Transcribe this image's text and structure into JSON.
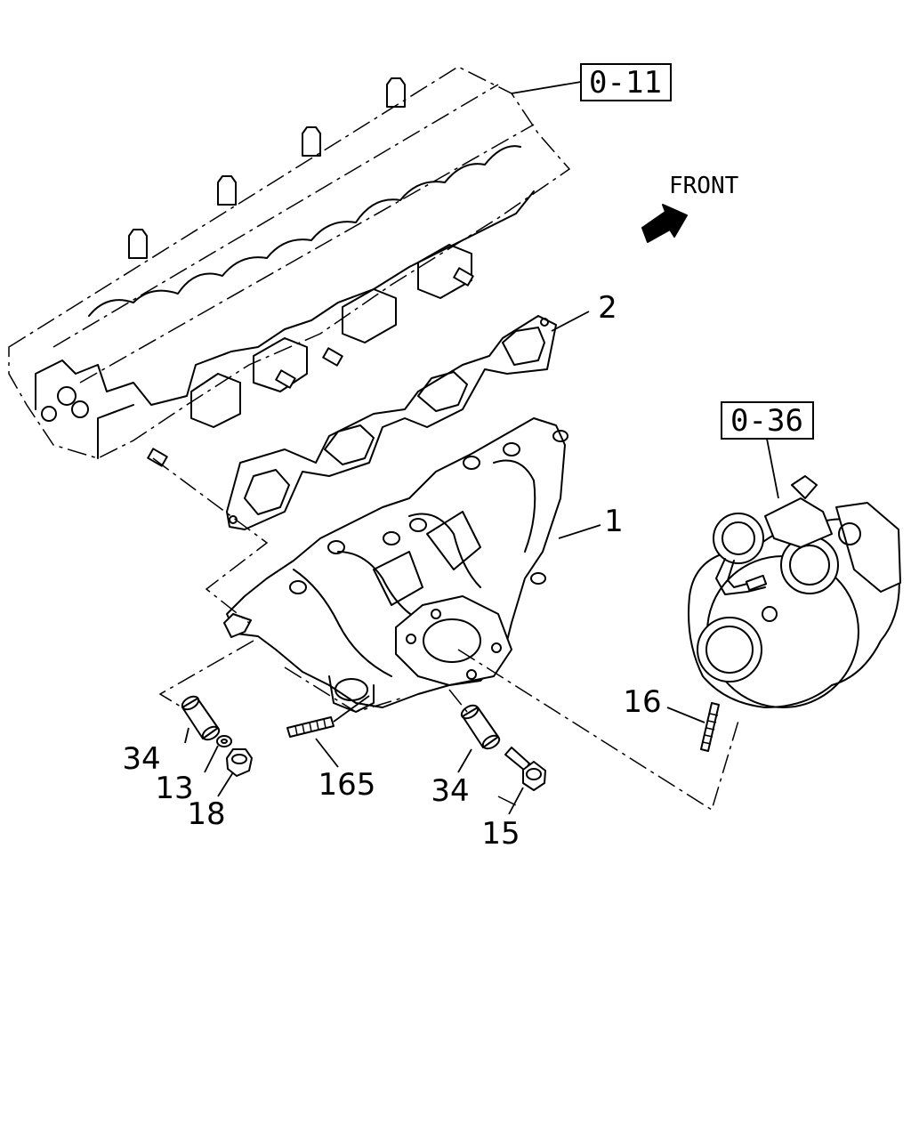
{
  "references": {
    "cylinder_head": "0-11",
    "turbocharger": "0-36"
  },
  "direction_label": "FRONT",
  "direction_icon": "front-arrow-icon",
  "callouts": {
    "exhaust_manifold": "1",
    "manifold_gasket": "2",
    "turbo_stud": "16",
    "spacer_left": "34",
    "washer": "13",
    "nut": "18",
    "manifold_stud": "165",
    "spacer_right": "34",
    "bolt": "15"
  }
}
